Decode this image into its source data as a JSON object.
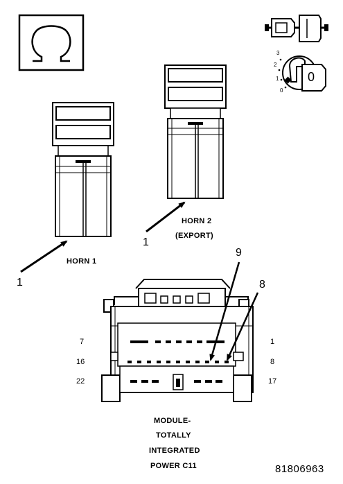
{
  "horn1": {
    "label": "HORN 1",
    "callout": "1"
  },
  "horn2": {
    "label_line1": "HORN 2",
    "label_line2": "(EXPORT)",
    "callout": "1"
  },
  "module": {
    "callout_9": "9",
    "callout_8": "8",
    "pin_7": "7",
    "pin_1": "1",
    "pin_16": "16",
    "pin_8": "8",
    "pin_22": "22",
    "pin_17": "17",
    "label_lines": [
      "MODULE-",
      "TOTALLY",
      "INTEGRATED",
      "POWER C11"
    ]
  },
  "ignition": {
    "positions": [
      "3",
      "2",
      "1",
      "0"
    ],
    "key_text": "0"
  },
  "figure_number": "81806963",
  "icons": [
    "ohm-symbol-icon",
    "connector-plug-icon",
    "ignition-key-icon"
  ]
}
